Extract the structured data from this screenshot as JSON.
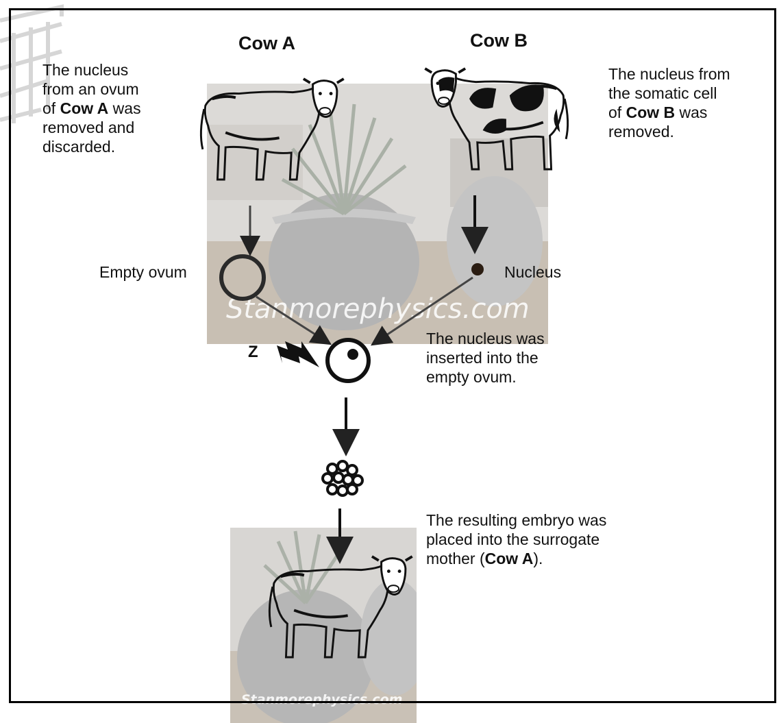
{
  "diagram": {
    "cow_a_heading": "Cow A",
    "cow_b_heading": "Cow B",
    "cow_a_note": {
      "l1": "The nucleus",
      "l2": "from an ovum",
      "l3_pre": "of ",
      "l3_bold": "Cow A",
      "l3_post": " was",
      "l4": "removed and",
      "l5": "discarded."
    },
    "cow_b_note": {
      "l1": "The nucleus from",
      "l2": "the somatic cell",
      "l3_pre": "of ",
      "l3_bold": "Cow B",
      "l3_post": " was",
      "l4": "removed."
    },
    "empty_ovum_label": "Empty ovum",
    "nucleus_label": "Nucleus",
    "insert_note": {
      "l1": "The nucleus was",
      "l2": "inserted into the",
      "l3": "empty ovum."
    },
    "shock_label": "Z",
    "embryo_note": {
      "l1": "The resulting embryo was",
      "l2": "placed into the surrogate",
      "l3_pre": "mother (",
      "l3_bold": "Cow A",
      "l3_post": ")."
    }
  },
  "watermark": {
    "text": "Stanmorephysics.com"
  },
  "colors": {
    "frame": "#000000",
    "arrow": "#333333",
    "nucleus": "#2b1d12"
  },
  "icons": [
    "cow-outline-icon",
    "spotted-cow-icon",
    "lightning-bolt-icon",
    "embryo-cluster-icon",
    "building-logo-icon"
  ]
}
